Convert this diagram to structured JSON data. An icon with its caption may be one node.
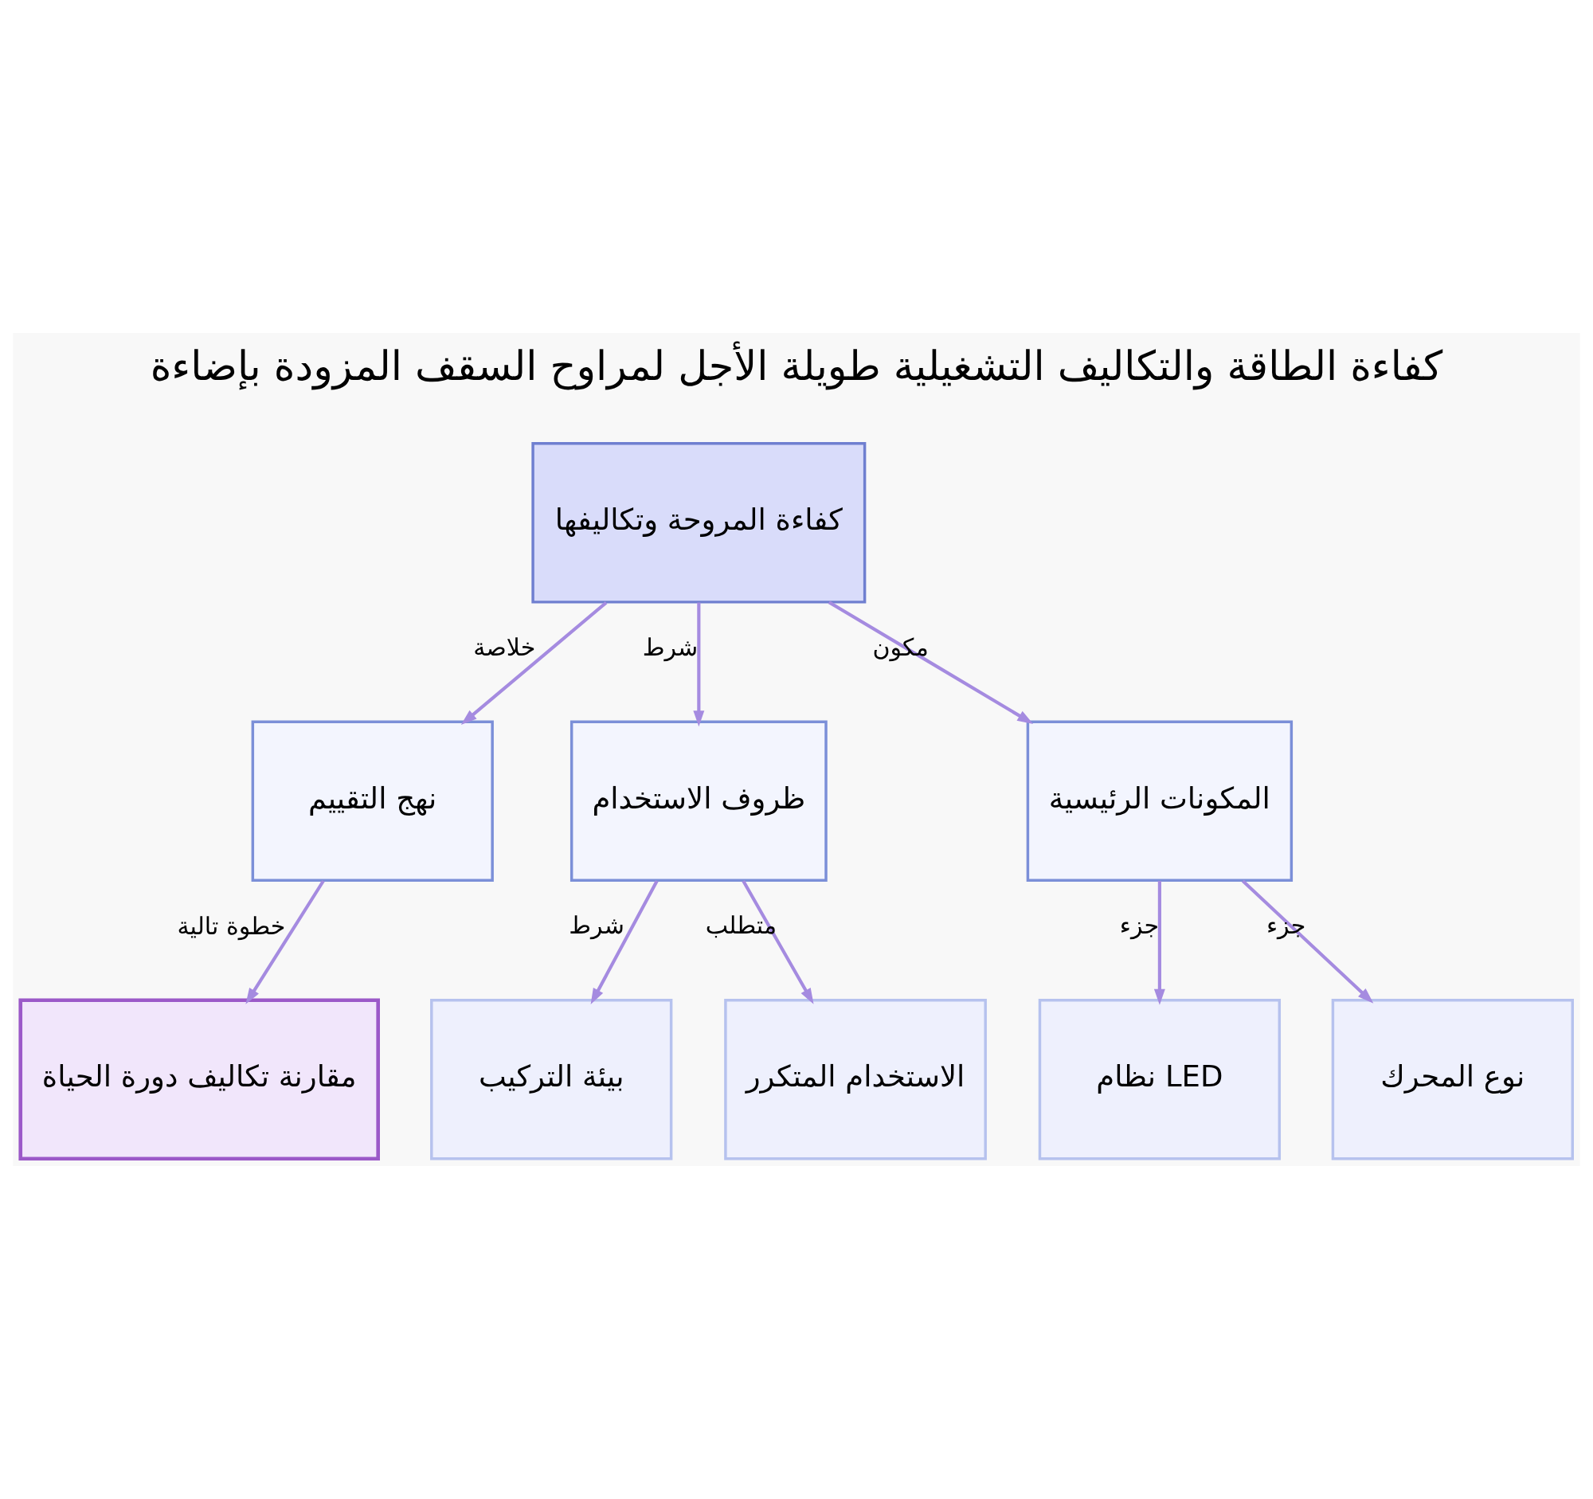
{
  "diagram": {
    "title": "كفاءة الطاقة والتكاليف التشغيلية طويلة الأجل لمراوح السقف المزودة بإضاءة",
    "nodes": [
      {
        "text": [
          "كفاءة المروحة وتكاليفها"
        ]
      },
      {
        "text": [
          "نهج التقييم"
        ]
      },
      {
        "text": [
          "ظروف الاستخدام"
        ]
      },
      {
        "text": [
          "المكونات الرئيسية"
        ]
      },
      {
        "text": [
          "مقارنة تكاليف دورة الحياة"
        ]
      },
      {
        "text": [
          "بيئة التركيب"
        ]
      },
      {
        "text": [
          "الاستخدام المتكرر"
        ]
      },
      {
        "text": [
          "نظام LED"
        ]
      },
      {
        "text": [
          "نوع المحرك"
        ]
      }
    ],
    "edges": [
      {
        "from": 0,
        "to": 1,
        "arrow": "to",
        "label": "خلاصة"
      },
      {
        "from": 0,
        "to": 2,
        "arrow": "to",
        "label": "شرط"
      },
      {
        "from": 0,
        "to": 3,
        "arrow": "to",
        "label": "مكون"
      },
      {
        "from": 1,
        "to": 4,
        "arrow": "to",
        "label": "خطوة تالية"
      },
      {
        "from": 2,
        "to": 5,
        "arrow": "to",
        "label": "شرط"
      },
      {
        "from": 2,
        "to": 6,
        "arrow": "to",
        "label": "متطلب"
      },
      {
        "from": 3,
        "to": 7,
        "arrow": "to",
        "label": "جزء"
      },
      {
        "from": 3,
        "to": 8,
        "arrow": "to",
        "label": "جزء"
      }
    ]
  }
}
